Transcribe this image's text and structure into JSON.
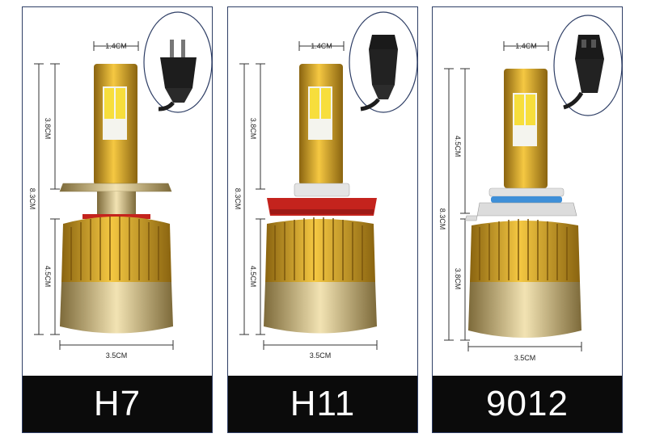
{
  "colors": {
    "gold": "#d9a524",
    "gold_dark": "#8a6410",
    "chrome": "#c9b27a",
    "led_yellow": "#f7de3c",
    "led_white": "#f4f4ee",
    "red_ring": "#c4231d",
    "blue_ring": "#3e8fd8",
    "frame": "#2f3f66",
    "label_bg": "#0b0b0b",
    "label_fg": "#ffffff"
  },
  "panels": [
    {
      "model": "H7",
      "top_width": "1.4CM",
      "head_height": "3.8CM",
      "total_height": "8.3CM",
      "base_height": "4.5CM",
      "base_width": "3.5CM",
      "ring": "red",
      "plug": "h7-plug-icon"
    },
    {
      "model": "H11",
      "top_width": "1.4CM",
      "head_height": "3.8CM",
      "total_height": "8.3CM",
      "base_height": "4.5CM",
      "base_width": "3.5CM",
      "ring": "red",
      "plug": "h11-plug-icon"
    },
    {
      "model": "9012",
      "top_width": "1.4CM",
      "head_height": "4.5CM",
      "total_height": "8.3CM",
      "base_height": "3.8CM",
      "base_width": "3.5CM",
      "ring": "blue",
      "plug": "9012-plug-icon"
    }
  ]
}
